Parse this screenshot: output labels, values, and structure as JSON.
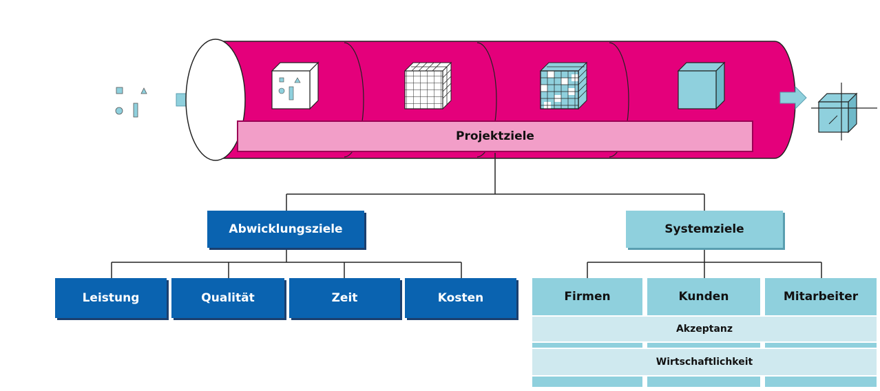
{
  "pipe": {
    "label": "Projektziele"
  },
  "branches": {
    "left": {
      "title": "Abwicklungsziele",
      "items": [
        "Leistung",
        "Qualität",
        "Zeit",
        "Kosten"
      ]
    },
    "right": {
      "title": "Systemziele",
      "items": [
        "Firmen",
        "Kunden",
        "Mitarbeiter"
      ],
      "rows": [
        "Akzeptanz",
        "Wirtschaftlichkeit"
      ]
    }
  },
  "colors": {
    "pipe": "#e4007b",
    "pipe_label_bg": "#f29ec8",
    "dark_blue": "#0a63b0",
    "light_blue": "#8fd0dd",
    "pale_blue": "#cfe9ef",
    "arrow": "#8fd0dd"
  }
}
